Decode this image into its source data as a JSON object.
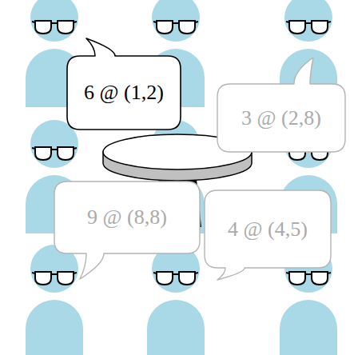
{
  "diagram": {
    "nodes": [
      {
        "text": [
          "6 @ (1,2)"
        ]
      },
      {
        "text": [
          "3 @ (2,8)"
        ]
      },
      {
        "text": [
          "9 @ (8,8)"
        ]
      },
      {
        "text": [
          "4 @ (4,5)"
        ]
      }
    ]
  }
}
